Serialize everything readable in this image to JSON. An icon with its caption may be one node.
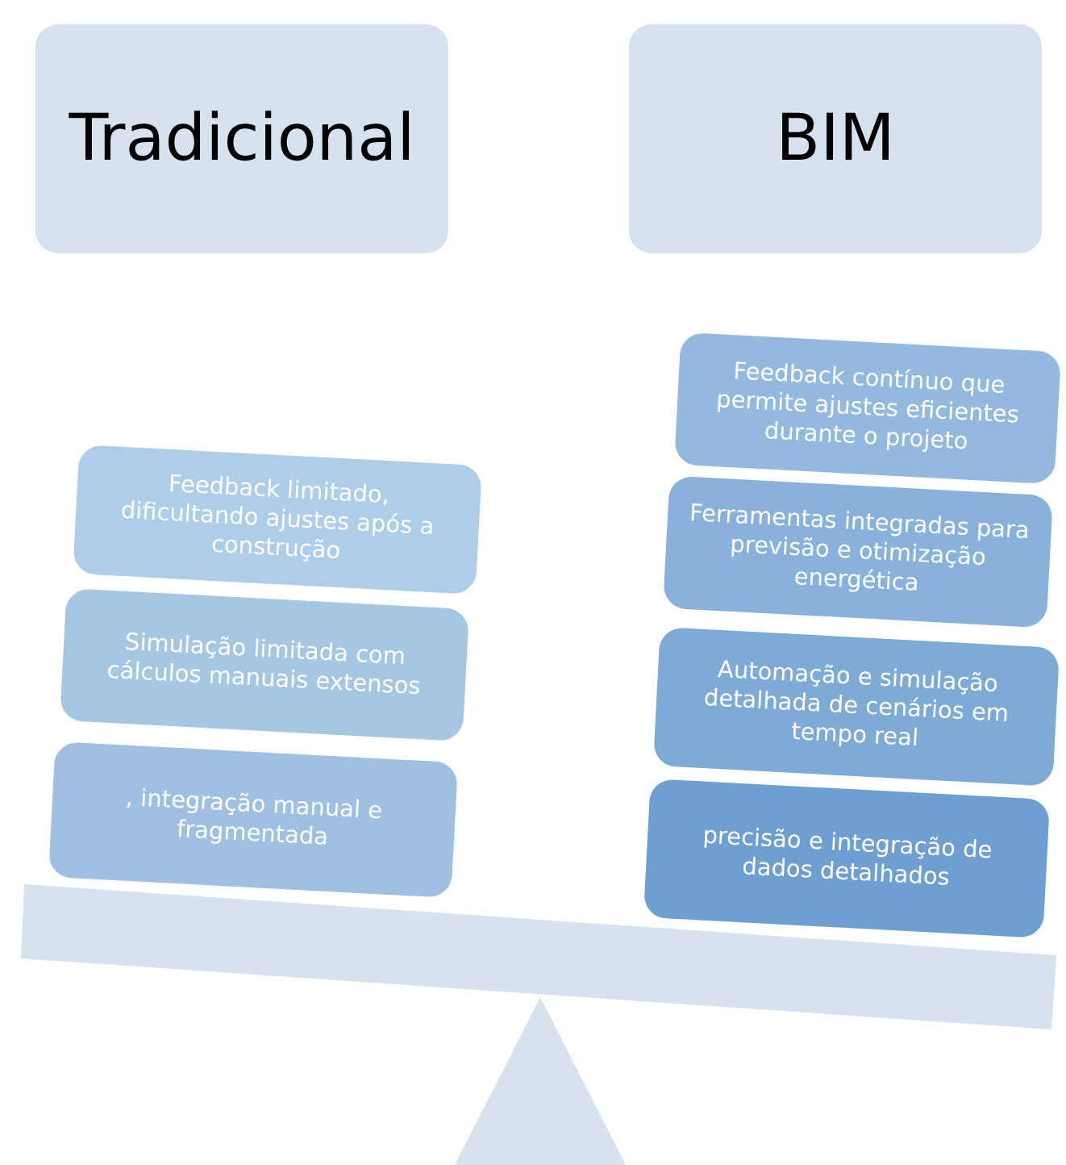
{
  "diagram": {
    "nodes": [
      {
        "text": [
          "Tradicional"
        ]
      },
      {
        "text": [
          "BIM"
        ]
      },
      {
        "text": [
          "Feedback limitado, dificultando ajustes após a construção"
        ]
      },
      {
        "text": [
          "Simulação limitada com cálculos manuais extensos"
        ]
      },
      {
        "text": [
          ", integração manual e fragmentada"
        ]
      },
      {
        "text": [
          "Feedback contínuo que permite ajustes eficientes durante o projeto"
        ]
      },
      {
        "text": [
          "Ferramentas integradas para previsão e otimização energética"
        ]
      },
      {
        "text": [
          "Automação e simulação detalhada de cenários em tempo real"
        ]
      },
      {
        "text": [
          "precisão e integração de dados detalhados"
        ]
      }
    ],
    "edges": []
  }
}
